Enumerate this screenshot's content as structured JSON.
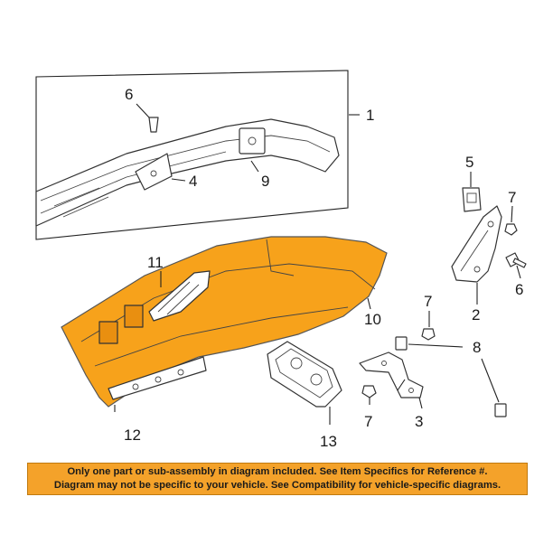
{
  "callouts": {
    "c1": "1",
    "c2": "2",
    "c3": "3",
    "c4": "4",
    "c5": "5",
    "c6a": "6",
    "c6b": "6",
    "c7a": "7",
    "c7b": "7",
    "c7c": "7",
    "c8": "8",
    "c9": "9",
    "c10": "10",
    "c11": "11",
    "c12": "12",
    "c13": "13"
  },
  "colors": {
    "highlight_part": "#f7a21b",
    "disclaimer_bg": "#f4a22a"
  },
  "disclaimer": {
    "line1": "Only one part or sub-assembly in diagram included. See Item Specifics for Reference #.",
    "line2": "Diagram may not be specific to your vehicle. See Compatibility for vehicle-specific diagrams."
  }
}
